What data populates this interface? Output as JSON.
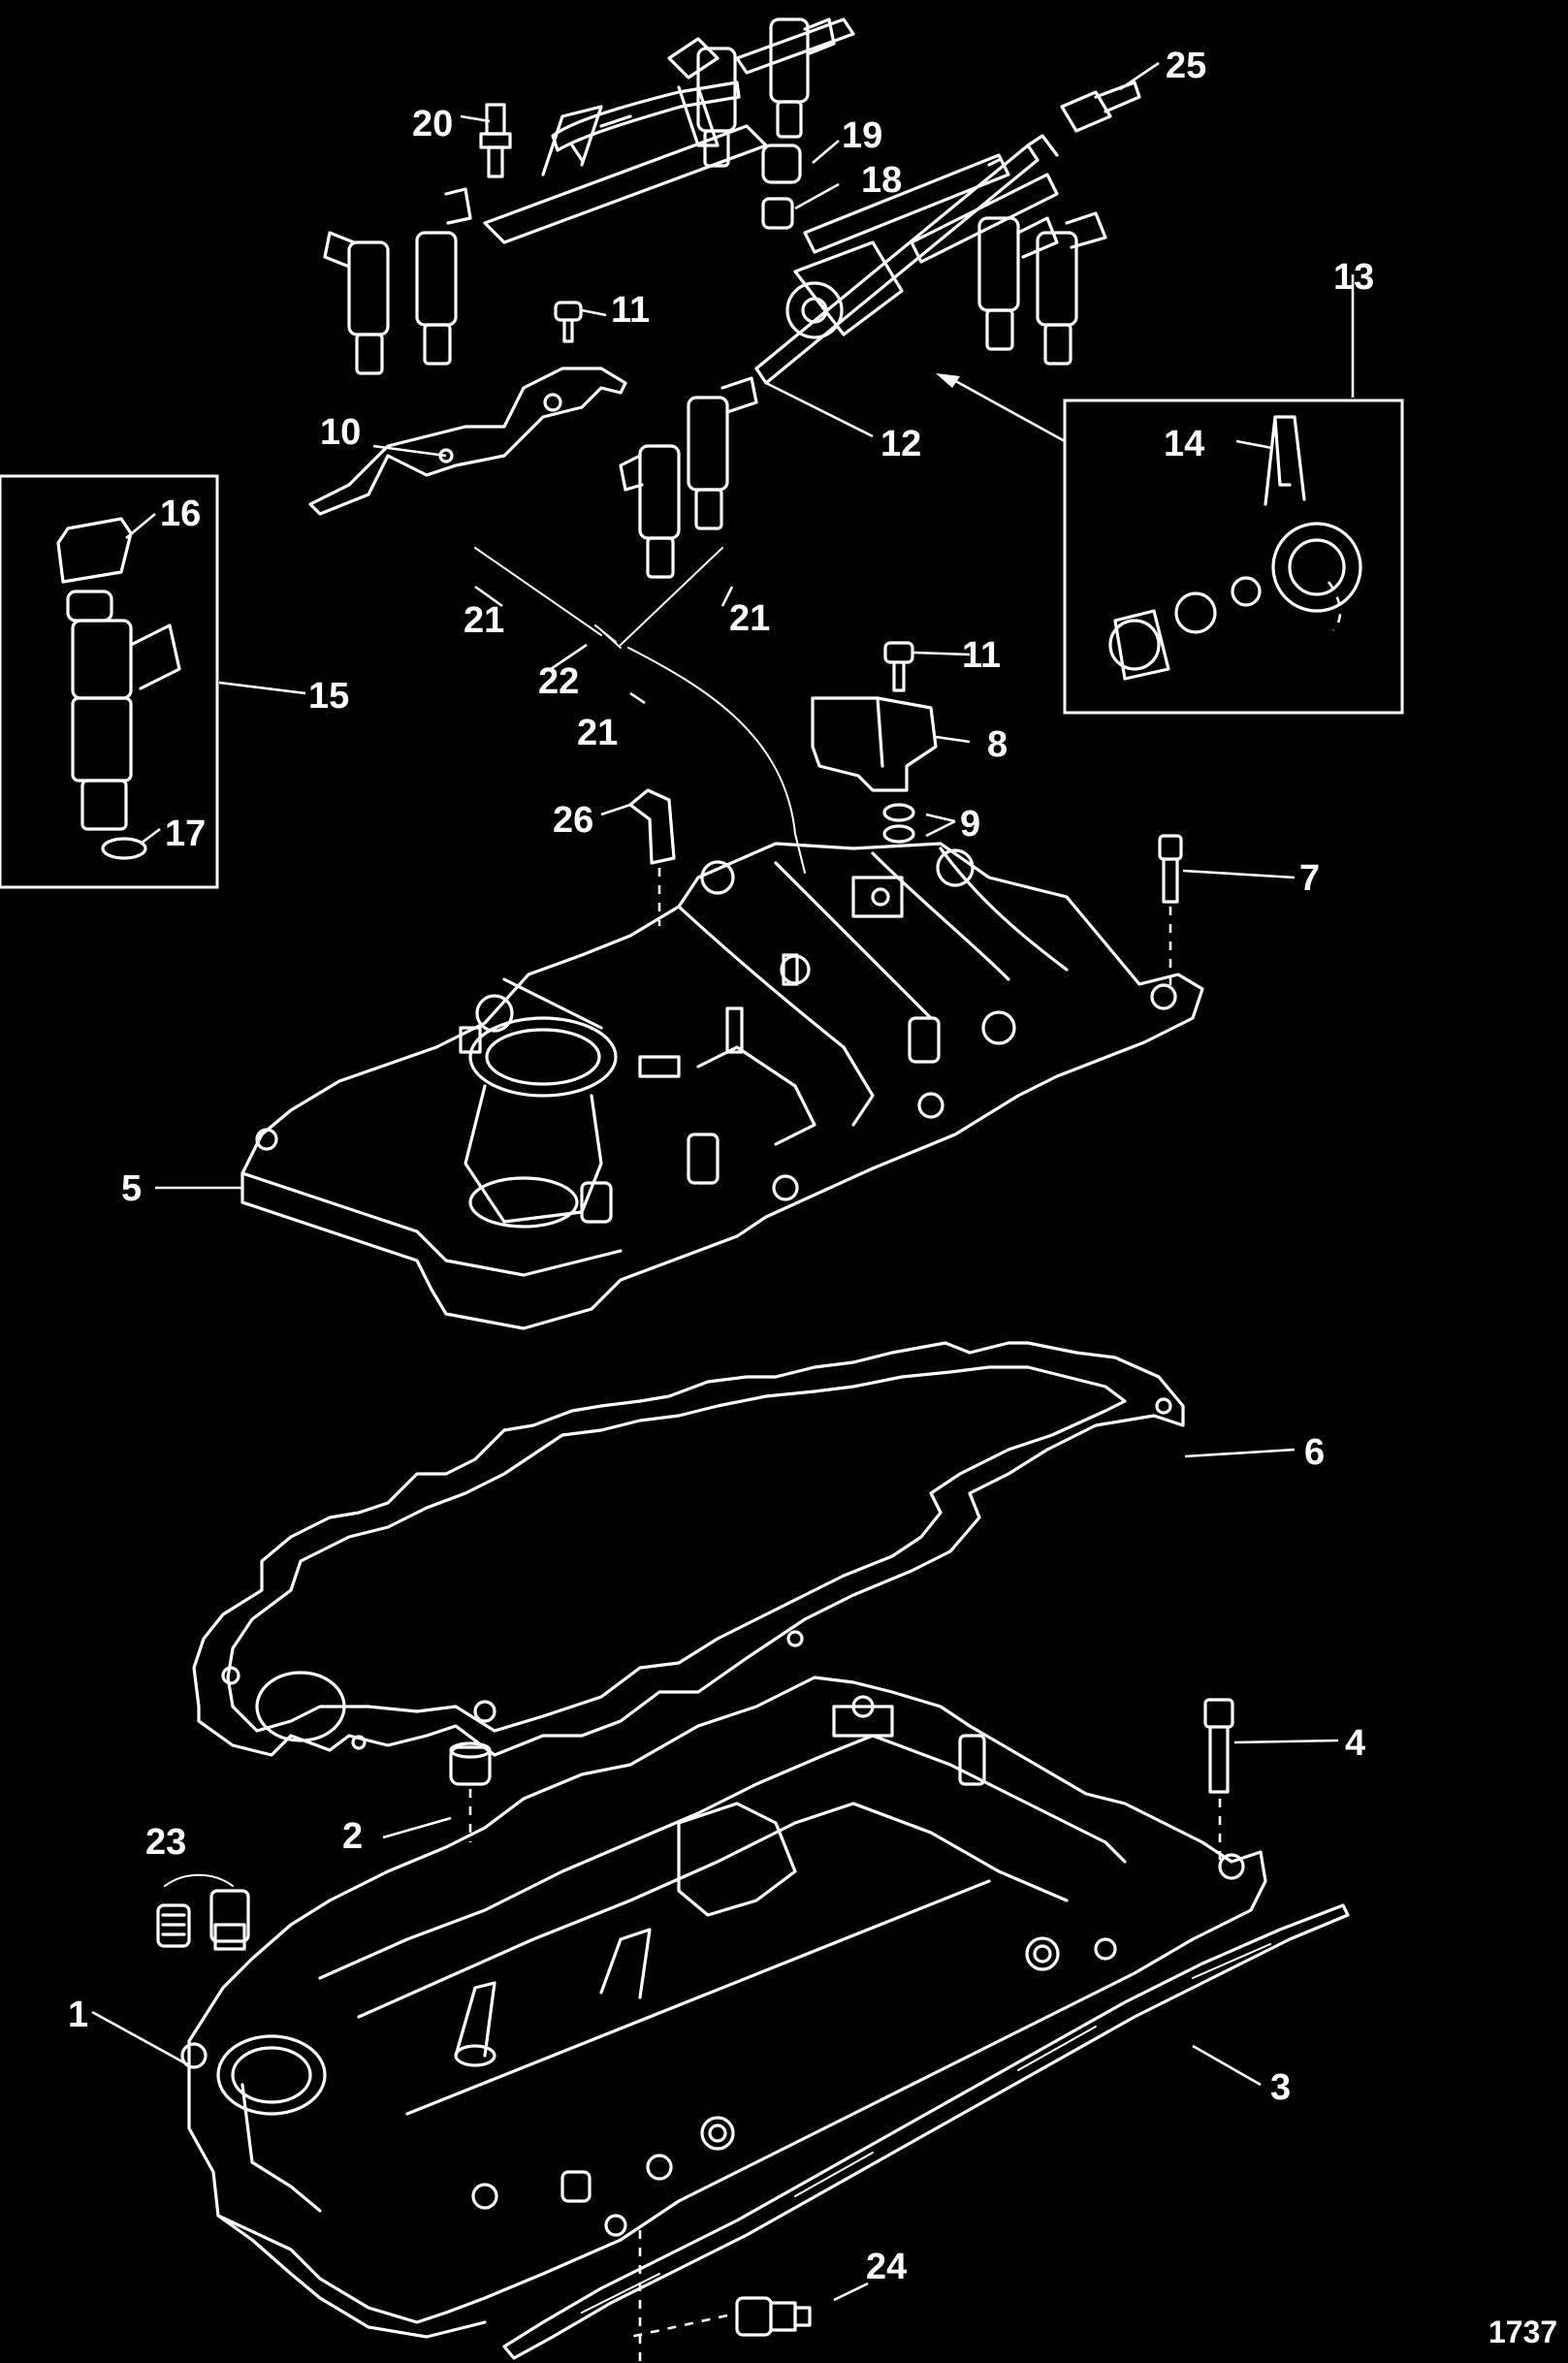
{
  "callouts": {
    "c1": "1",
    "c2": "2",
    "c3": "3",
    "c4": "4",
    "c5": "5",
    "c6": "6",
    "c7": "7",
    "c8": "8",
    "c9": "9",
    "c10": "10",
    "c11a": "11",
    "c11b": "11",
    "c12": "12",
    "c13": "13",
    "c14": "14",
    "c15": "15",
    "c16": "16",
    "c17": "17",
    "c18": "18",
    "c19": "19",
    "c20": "20",
    "c21a": "21",
    "c21b": "21",
    "c21c": "21",
    "c22": "22",
    "c23": "23",
    "c24": "24",
    "c25": "25",
    "c26": "26"
  },
  "figure_number": "1737",
  "colors": {
    "background": "#000000",
    "line_art": "#ffffff"
  }
}
